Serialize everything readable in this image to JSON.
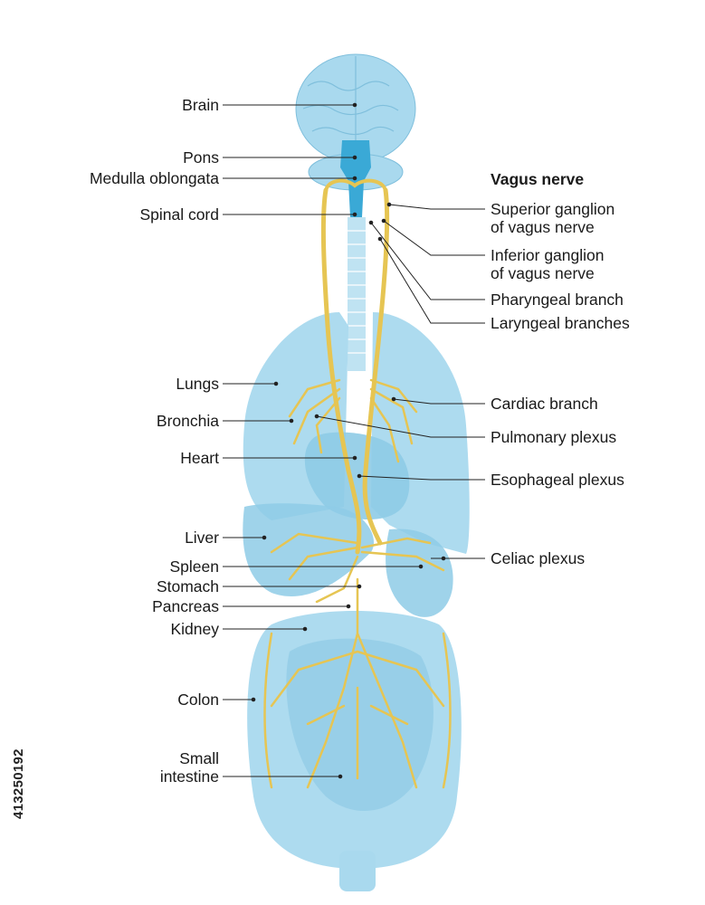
{
  "title": "Vagus nerve",
  "left_labels": [
    {
      "id": "brain",
      "text": "Brain"
    },
    {
      "id": "pons",
      "text": "Pons"
    },
    {
      "id": "medulla",
      "text": "Medulla oblongata"
    },
    {
      "id": "spinal-cord",
      "text": "Spinal cord"
    },
    {
      "id": "lungs",
      "text": "Lungs"
    },
    {
      "id": "bronchia",
      "text": "Bronchia"
    },
    {
      "id": "heart",
      "text": "Heart"
    },
    {
      "id": "liver",
      "text": "Liver"
    },
    {
      "id": "spleen",
      "text": "Spleen"
    },
    {
      "id": "stomach",
      "text": "Stomach"
    },
    {
      "id": "pancreas",
      "text": "Pancreas"
    },
    {
      "id": "kidney",
      "text": "Kidney"
    },
    {
      "id": "colon",
      "text": "Colon"
    },
    {
      "id": "small-intestine",
      "text": "Small\nintestine"
    }
  ],
  "right_labels": [
    {
      "id": "superior-ganglion",
      "text": "Superior ganglion\nof vagus nerve"
    },
    {
      "id": "inferior-ganglion",
      "text": "Inferior ganglion\nof vagus nerve"
    },
    {
      "id": "pharyngeal-branch",
      "text": "Pharyngeal branch"
    },
    {
      "id": "laryngeal-branches",
      "text": "Laryngeal branches"
    },
    {
      "id": "cardiac-branch",
      "text": "Cardiac branch"
    },
    {
      "id": "pulmonary-plexus",
      "text": "Pulmonary plexus"
    },
    {
      "id": "esophageal-plexus",
      "text": "Esophageal plexus"
    },
    {
      "id": "celiac-plexus",
      "text": "Celiac plexus"
    }
  ],
  "stock_id": "413250192",
  "colors": {
    "organ": "#a9d9ee",
    "organ_dark": "#8ecbe6",
    "brainstem": "#3aa9d6",
    "nerve": "#f2d36b",
    "nerve_edge": "#d9b548",
    "leader": "#222222"
  }
}
